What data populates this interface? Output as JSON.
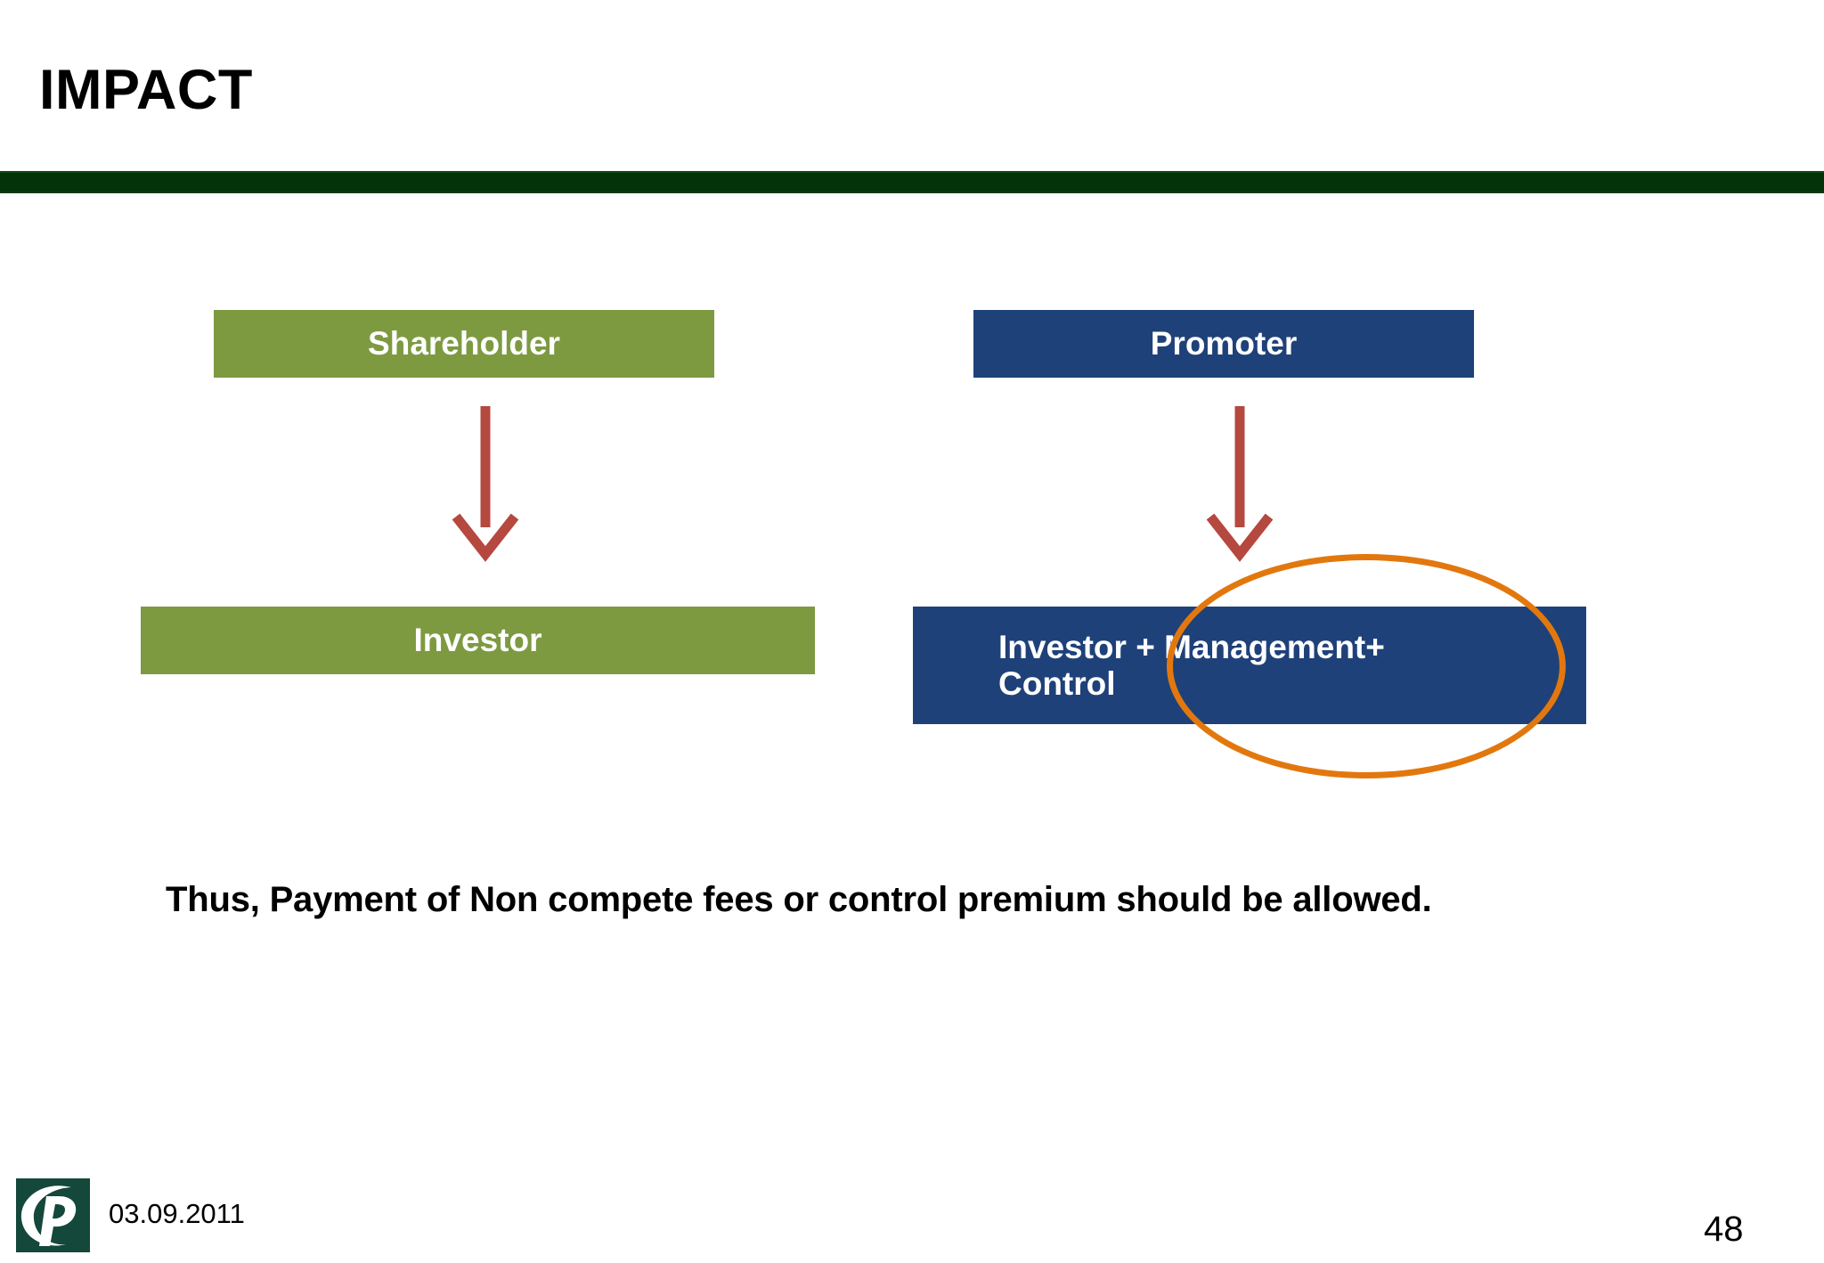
{
  "slide": {
    "title": "IMPACT",
    "accent_green": "#023309",
    "box_green": "#7D9A41",
    "box_blue": "#1F4179",
    "arrow_red": "#B5483F",
    "highlight_orange": "#E2780D",
    "background": "#FFFFFF"
  },
  "diagram": {
    "left_branch": {
      "top_box_label": "Shareholder",
      "bottom_box_label": "Investor",
      "connector": "down-arrow"
    },
    "right_branch": {
      "top_box_label": "Promoter",
      "bottom_box_line1": "Investor + Management+",
      "bottom_box_line2": "Control",
      "connector": "down-arrow",
      "highlight": "ellipse"
    }
  },
  "caption": {
    "text": "Thus, Payment of Non compete fees or control premium should be allowed."
  },
  "footer": {
    "date": "03.09.2011",
    "page_number": "48",
    "logo_alt": "CP"
  }
}
